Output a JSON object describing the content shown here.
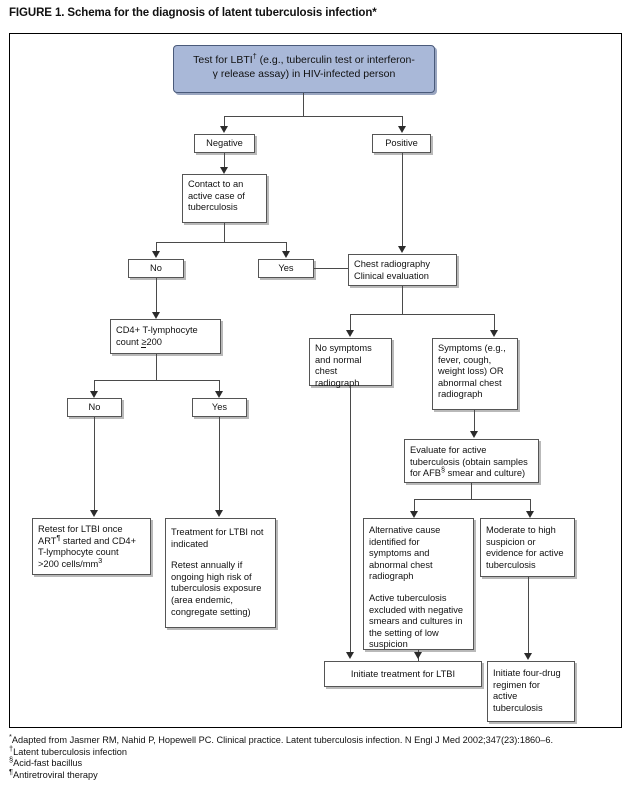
{
  "figure": {
    "title_prefix": "FIGURE 1.",
    "title": "FIGURE 1. Schema for the diagnosis of latent tuberculosis infection*"
  },
  "flowchart": {
    "type": "flowchart",
    "nodes": {
      "start": {
        "id": "start",
        "label": "Test for LBTI† (e.g., tuberculin test or interferon-γ release assay) in HIV-infected person",
        "line1_a": "Test for LBTI",
        "line1_marker": "†",
        "line1_b": " (e.g., tuberculin test or interferon-",
        "line2": "γ release assay) in HIV-infected person",
        "style": "blue-rounded"
      },
      "negative": {
        "id": "negative",
        "label": "Negative"
      },
      "positive": {
        "id": "positive",
        "label": "Positive"
      },
      "contact": {
        "id": "contact",
        "label": "Contact to an active case of tuberculosis",
        "lines": [
          "Contact to an",
          "active case of",
          "tuberculosis"
        ]
      },
      "contact_no": {
        "id": "contact-no",
        "label": "No"
      },
      "contact_yes": {
        "id": "contact-yes",
        "label": "Yes"
      },
      "chest": {
        "id": "chest-radiography",
        "label": "Chest radiography Clinical evaluation",
        "lines": [
          "Chest radiography",
          "Clinical evaluation"
        ]
      },
      "cd4": {
        "id": "cd4-count",
        "label": "CD4+ T-lymphocyte count ≥200",
        "line1": "CD4+ T-lymphocyte",
        "line2_a": "count ",
        "line2_ge": "≥",
        "line2_b": "200"
      },
      "cd4_no": {
        "id": "cd4-no",
        "label": "No"
      },
      "cd4_yes": {
        "id": "cd4-yes",
        "label": "Yes"
      },
      "nosymptoms": {
        "id": "no-symptoms",
        "label": "No symptoms and normal chest radiograph",
        "lines": [
          "No symptoms",
          "and normal chest",
          "radiograph"
        ]
      },
      "symptoms": {
        "id": "symptoms",
        "label": "Symptoms (e.g., fever, cough, weight loss) OR abnormal chest radiograph",
        "lines": [
          "Symptoms (e.g.,",
          "fever, cough,",
          "weight loss) OR",
          "abnormal chest",
          "radiograph"
        ]
      },
      "evaluate": {
        "id": "evaluate-active-tb",
        "label": "Evaluate for active tuberculosis (obtain samples for AFB§ smear and culture)",
        "line1": "Evaluate for active",
        "line2": "tuberculosis (obtain samples",
        "line3_a": "for AFB",
        "line3_marker": "§",
        "line3_b": " smear and culture)"
      },
      "retest": {
        "id": "retest-ltbi",
        "label": "Retest for LTBI once ART¶ started and CD4+ T-lymphocyte count >200 cells/mm3",
        "line1": "Retest for LTBI once",
        "line2_a": "ART",
        "line2_marker": "¶",
        "line2_b": " started and CD4+",
        "line3": "T-lymphocyte count",
        "line4_a": ">200 cells/mm",
        "line4_sup": "3"
      },
      "notindicated": {
        "id": "treatment-not-indicated",
        "label": "Treatment for LTBI not indicated. Retest annually if ongoing high risk of tuberculosis exposure (area endemic, congregate setting)",
        "para1": [
          "Treatment for LTBI not",
          "indicated"
        ],
        "para2": [
          "Retest annually if",
          "ongoing high risk of",
          "tuberculosis exposure",
          "(area endemic,",
          "congregate setting)"
        ]
      },
      "altcause": {
        "id": "alternative-cause",
        "label": "Alternative cause identified for symptoms and abnormal chest radiograph. Active tuberculosis excluded with negative smears and cultures in the setting of low suspicion",
        "para1": [
          "Alternative cause",
          "identified for",
          "symptoms and",
          "abnormal chest",
          "radiograph"
        ],
        "para2": [
          "Active tuberculosis",
          "excluded with negative",
          "smears and cultures in",
          "the setting of low",
          "suspicion"
        ]
      },
      "moderate": {
        "id": "moderate-high-suspicion",
        "label": "Moderate to high suspicion or evidence for active tuberculosis",
        "lines": [
          "Moderate to high",
          "suspicion or",
          "evidence for active",
          "tuberculosis"
        ]
      },
      "initiate_ltbi": {
        "id": "initiate-treatment-ltbi",
        "label": "Initiate treatment for LTBI"
      },
      "initiate_fourdrug": {
        "id": "initiate-four-drug",
        "label": "Initiate four-drug regimen for active tuberculosis",
        "lines": [
          "Initiate four-drug",
          "regimen for",
          "active",
          "tuberculosis"
        ]
      }
    },
    "edges": [
      {
        "from": "start",
        "to": "negative"
      },
      {
        "from": "start",
        "to": "positive"
      },
      {
        "from": "negative",
        "to": "contact"
      },
      {
        "from": "contact",
        "to": "contact_no"
      },
      {
        "from": "contact",
        "to": "contact_yes"
      },
      {
        "from": "contact_yes",
        "to": "chest"
      },
      {
        "from": "positive",
        "to": "chest"
      },
      {
        "from": "contact_no",
        "to": "cd4"
      },
      {
        "from": "cd4",
        "to": "cd4_no"
      },
      {
        "from": "cd4",
        "to": "cd4_yes"
      },
      {
        "from": "cd4_no",
        "to": "retest"
      },
      {
        "from": "cd4_yes",
        "to": "notindicated"
      },
      {
        "from": "chest",
        "to": "nosymptoms"
      },
      {
        "from": "chest",
        "to": "symptoms"
      },
      {
        "from": "symptoms",
        "to": "evaluate"
      },
      {
        "from": "evaluate",
        "to": "altcause"
      },
      {
        "from": "evaluate",
        "to": "moderate"
      },
      {
        "from": "nosymptoms",
        "to": "initiate_ltbi"
      },
      {
        "from": "altcause",
        "to": "initiate_ltbi"
      },
      {
        "from": "moderate",
        "to": "initiate_fourdrug"
      }
    ],
    "colors": {
      "start_fill": "#a9b8d8",
      "box_border": "#555555",
      "connector": "#4a4a4a",
      "frame_border": "#000000"
    }
  },
  "footnotes": {
    "f1_marker": "*",
    "f1": "Adapted from Jasmer RM, Nahid P, Hopewell PC. Clinical practice. Latent tuberculosis infection. N Engl J Med 2002;347(23):1860–6.",
    "f2_marker": "†",
    "f2": "Latent tuberculosis infection",
    "f3_marker": "§",
    "f3": "Acid-fast bacillus",
    "f4_marker": "¶",
    "f4": "Antiretroviral therapy"
  }
}
